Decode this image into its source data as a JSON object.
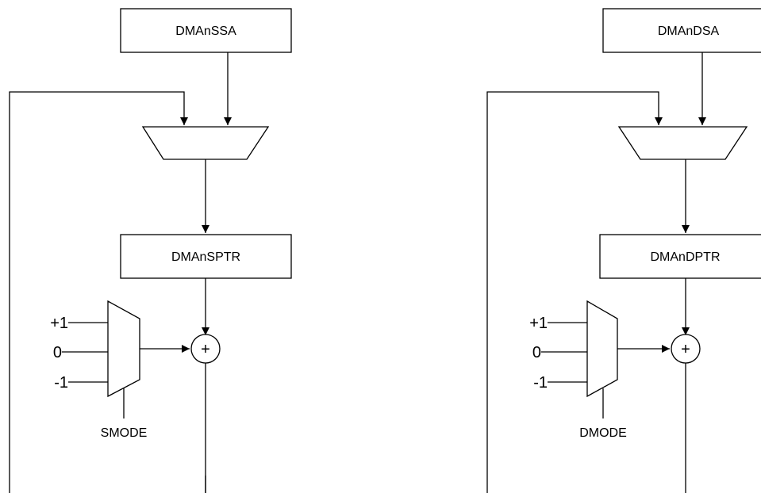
{
  "left": {
    "top_register": "DMAnSSA",
    "pointer_register": "DMAnSPTR",
    "inputs": [
      "+1",
      "0",
      "-1"
    ],
    "mode_label": "SMODE"
  },
  "right": {
    "top_register": "DMAnDSA",
    "pointer_register": "DMAnDPTR",
    "inputs": [
      "+1",
      "0",
      "-1"
    ],
    "mode_label": "DMODE"
  },
  "adder_symbol": "+"
}
